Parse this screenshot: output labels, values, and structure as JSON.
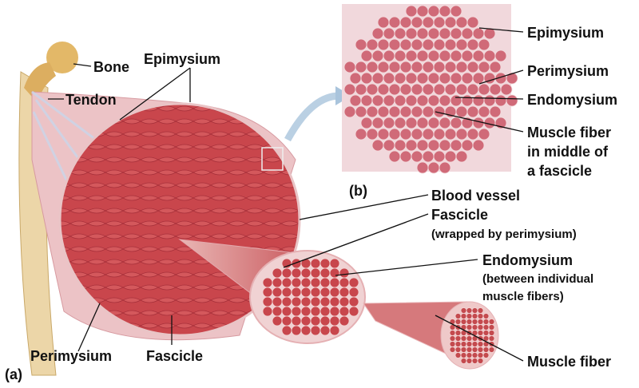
{
  "labels": {
    "bone": "Bone",
    "tendon": "Tendon",
    "epimysium_a": "Epimysium",
    "perimysium_a": "Perimysium",
    "fascicle_a": "Fascicle",
    "panel_a": "(a)",
    "panel_b": "(b)",
    "epimysium_b": "Epimysium",
    "perimysium_b": "Perimysium",
    "endomysium_b": "Endomysium",
    "muscle_fiber_b_1": "Muscle fiber",
    "muscle_fiber_b_2": "in middle of",
    "muscle_fiber_b_3": "a fascicle",
    "blood_vessel": "Blood vessel",
    "fascicle_wrapped": "Fascicle",
    "fascicle_wrapped_note": "(wrapped by perimysium)",
    "endomysium_a": "Endomysium",
    "endomysium_note_1": "(between individual",
    "endomysium_note_2": "muscle fibers)",
    "muscle_fiber": "Muscle fiber"
  },
  "colors": {
    "muscle": "#c5444a",
    "muscle_dark": "#9e2a33",
    "sheath": "#e8b9bd",
    "bone": "#e9c98a",
    "micro_bg": "#f1d8dc",
    "micro_cell": "#d06a78"
  }
}
